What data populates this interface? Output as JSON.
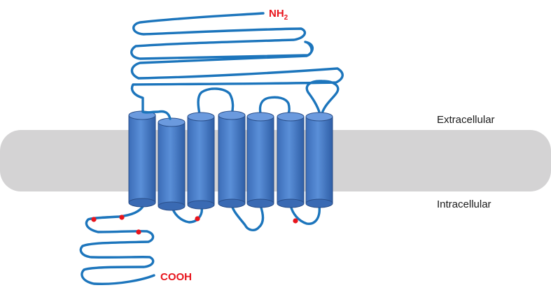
{
  "labels": {
    "extracellular": "Extracellular",
    "intracellular": "Intracellular",
    "n_terminus": "NH",
    "n_terminus_subscript": "2",
    "c_terminus": "COOH"
  },
  "helix_count": 7,
  "phosphorylation_site_count": 5,
  "colors": {
    "membrane": "#d4d3d4",
    "helix_fill": "#4a7fc8",
    "helix_top": "#5c8fd4",
    "chain": "#1c75bc",
    "sites": "#e8141c",
    "terminus_text": "#e8141c"
  }
}
